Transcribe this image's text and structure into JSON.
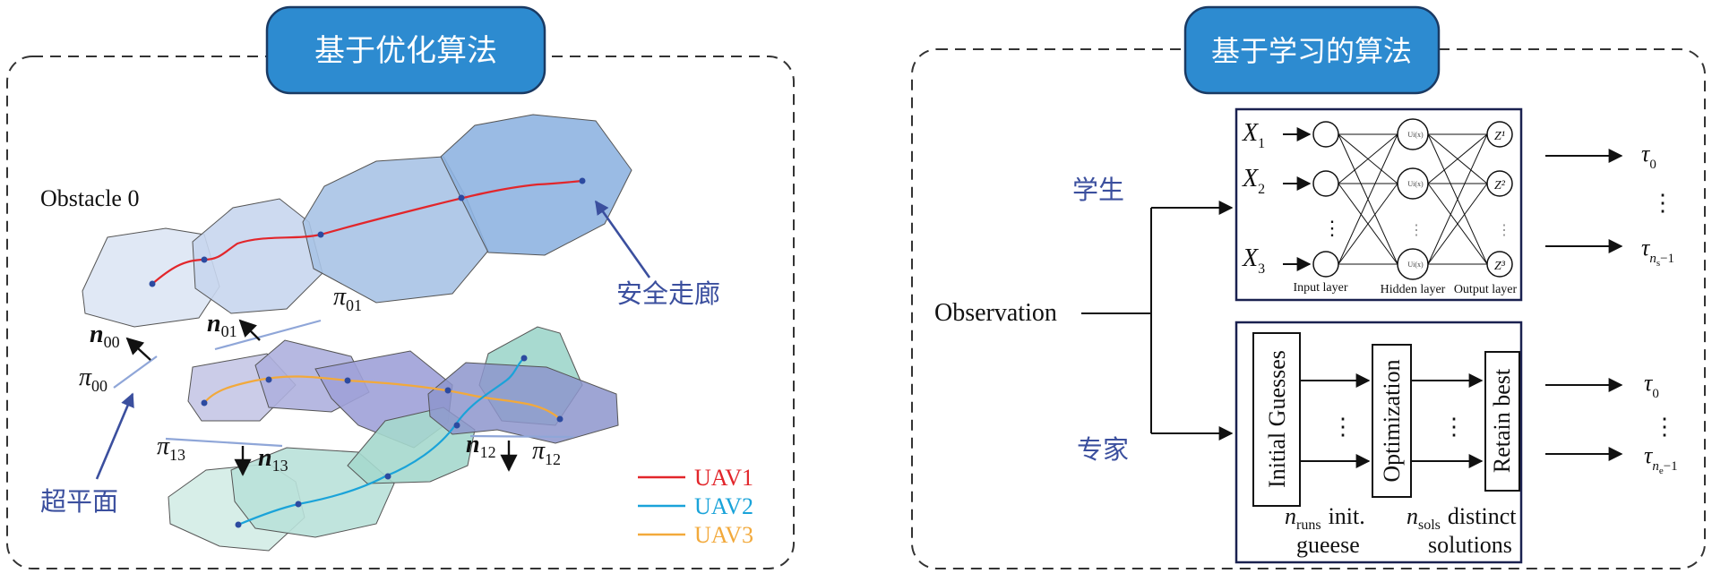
{
  "left_panel": {
    "title": "基于优化算法",
    "obstacle_label": "Obstacle 0",
    "corridor_label": "安全走廊",
    "hyperplane_label": "超平面",
    "normals": {
      "n": "n",
      "n00": "00",
      "n01": "01",
      "n13": "13",
      "n12": "12"
    },
    "planes": {
      "pi": "π",
      "p00": "00",
      "p01": "01",
      "p13": "13",
      "p12": "12"
    },
    "legend": [
      {
        "label": "UAV1",
        "color": "#e2262b"
      },
      {
        "label": "UAV2",
        "color": "#1aa3d9"
      },
      {
        "label": "UAV3",
        "color": "#f2a93b"
      }
    ]
  },
  "right_panel": {
    "title": "基于学习的算法",
    "observation": "Observation",
    "student": "学生",
    "expert": "专家",
    "nn": {
      "inputs": [
        {
          "var": "X",
          "sub": "1"
        },
        {
          "var": "X",
          "sub": "2"
        },
        {
          "var": "X",
          "sub": "3"
        }
      ],
      "outputs": [
        "Z¹",
        "Z²",
        "Z³"
      ],
      "hidden_label": "Ui(x)",
      "input_layer": "Input layer",
      "hidden_layer": "Hidden layer",
      "output_layer": "Output layer",
      "tau0": "τ",
      "tau0_sub": "0",
      "taun": "τ",
      "taun_sub_n": "n",
      "taun_sub_s": "s",
      "taun_tail": "−1"
    },
    "expert_box": {
      "initial_guesses": "Initial Guesses",
      "optimization": "Optimization",
      "retain_best": "Retain best",
      "n": "n",
      "runs": "runs",
      "init": "init.",
      "gueese": "gueese",
      "sols": "sols",
      "distinct": "distinct",
      "solutions": "solutions",
      "tau0": "τ",
      "tau0_sub": "0",
      "taun": "τ",
      "taun_sub_n": "n",
      "taun_sub_e": "e",
      "taun_tail": "−1"
    },
    "dots": "·"
  }
}
